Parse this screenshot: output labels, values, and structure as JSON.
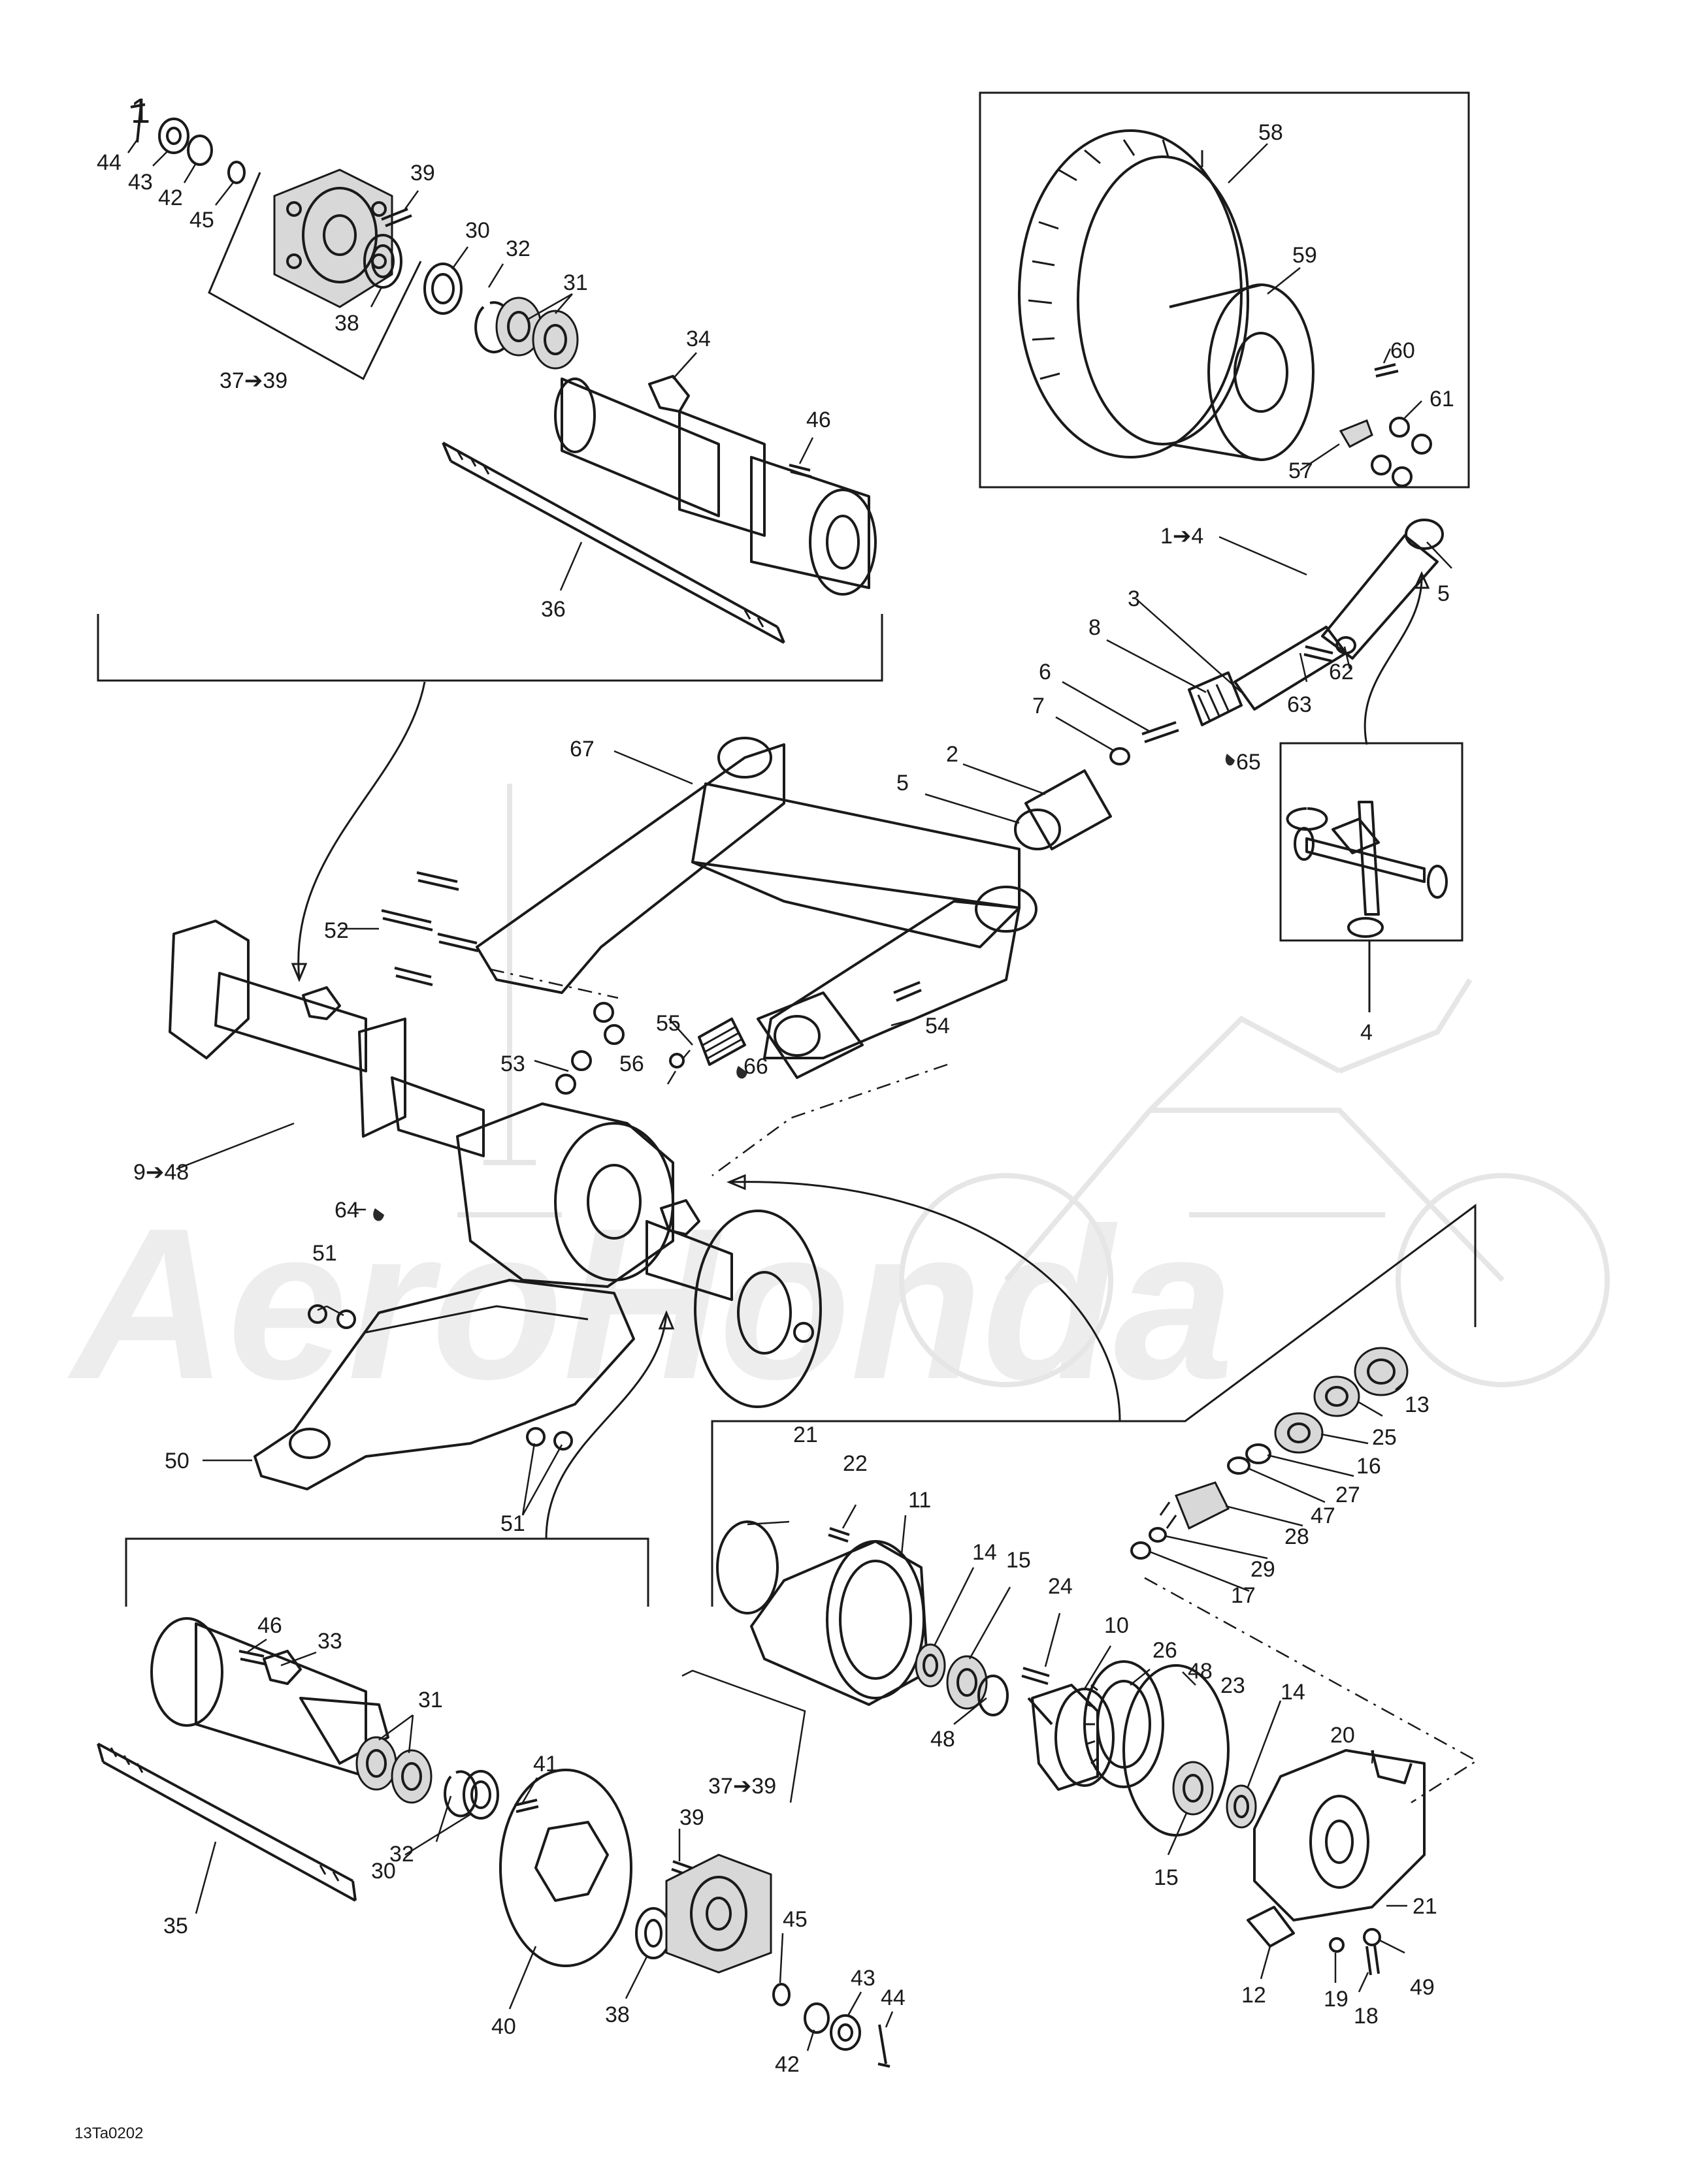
{
  "drawing_code": "13Ta0202",
  "watermark": "AeroHonda",
  "kit_labels": {
    "k37_39_top": "37➔39",
    "k37_39_bottom": "37➔39",
    "k1_4": "1➔4",
    "k9_48": "9➔48"
  },
  "callouts": {
    "c1_top": "1",
    "c2": "2",
    "c3": "3",
    "c4": "4",
    "c5a": "5",
    "c5b": "5",
    "c6": "6",
    "c7": "7",
    "c8": "8",
    "c10": "10",
    "c11": "11",
    "c12": "12",
    "c13": "13",
    "c14a": "14",
    "c14b": "14",
    "c15a": "15",
    "c15b": "15",
    "c16": "16",
    "c17": "17",
    "c18": "18",
    "c19": "19",
    "c20": "20",
    "c21a": "21",
    "c21b": "21",
    "c22": "22",
    "c23": "23",
    "c24": "24",
    "c25": "25",
    "c26": "26",
    "c27": "27",
    "c28": "28",
    "c29": "29",
    "c30a": "30",
    "c30b": "30",
    "c31a": "31",
    "c31b": "31",
    "c32a": "32",
    "c32b": "32",
    "c33": "33",
    "c34": "34",
    "c35": "35",
    "c36": "36",
    "c38a": "38",
    "c38b": "38",
    "c39a": "39",
    "c39b": "39",
    "c40": "40",
    "c41": "41",
    "c42a": "42",
    "c42b": "42",
    "c43a": "43",
    "c43b": "43",
    "c44a": "44",
    "c44b": "44",
    "c45a": "45",
    "c45b": "45",
    "c46a": "46",
    "c46b": "46",
    "c47": "47",
    "c48a": "48",
    "c48b": "48",
    "c49": "49",
    "c50": "50",
    "c51a": "51",
    "c51b": "51",
    "c52": "52",
    "c53": "53",
    "c54": "54",
    "c55": "55",
    "c56": "56",
    "c57": "57",
    "c58": "58",
    "c59": "59",
    "c60": "60",
    "c61": "61",
    "c62": "62",
    "c63": "63",
    "c64": "64",
    "c65": "65",
    "c66": "66",
    "c67": "67"
  },
  "colors": {
    "ink": "#1a1a1a",
    "watermark": "#ececec",
    "background": "#ffffff"
  }
}
